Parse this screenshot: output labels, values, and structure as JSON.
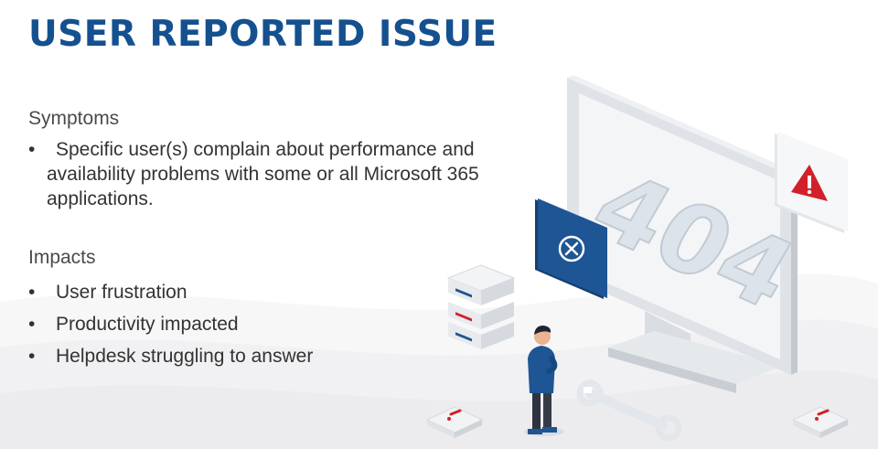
{
  "slide": {
    "title": "USER REPORTED ISSUE",
    "symptoms": {
      "heading": "Symptoms",
      "items": [
        "Specific user(s) complain about performance and availability problems with some or all Microsoft 365 applications."
      ]
    },
    "impacts": {
      "heading": "Impacts",
      "items": [
        "User frustration",
        "Productivity impacted",
        "Helpdesk struggling to answer"
      ]
    },
    "bullet_glyph": "•"
  },
  "illustration": {
    "error_code": "404",
    "icons": [
      "server-stack-icon",
      "close-x-icon",
      "warning-triangle-icon",
      "wrench-icon",
      "exclamation-icon"
    ]
  },
  "colors": {
    "title": "#15508f",
    "accent_blue": "#1a4f8c",
    "warning_red": "#d0212a",
    "text": "#333333"
  }
}
